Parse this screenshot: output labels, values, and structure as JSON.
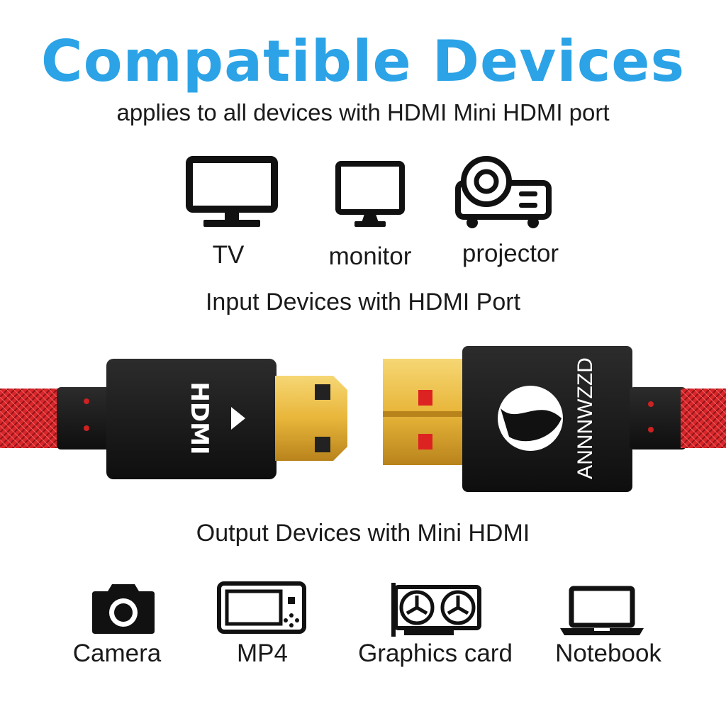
{
  "header": {
    "title": "Compatible Devices",
    "subtitle": "applies to all devices with HDMI Mini HDMI port"
  },
  "input_devices": {
    "items": [
      {
        "label": "TV",
        "icon": "tv-icon"
      },
      {
        "label": "monitor",
        "icon": "monitor-icon"
      },
      {
        "label": "projector",
        "icon": "projector-icon"
      }
    ],
    "caption": "Input Devices with HDMI Port"
  },
  "cable": {
    "left_logo": "HDMI",
    "right_brand": "ANNNWZZD",
    "cable_color": "#d8262a",
    "gold_color": "#e8b63a"
  },
  "output_devices": {
    "caption": "Output Devices with Mini HDMI",
    "items": [
      {
        "label": "Camera",
        "icon": "camera-icon"
      },
      {
        "label": "MP4",
        "icon": "mp4-player-icon"
      },
      {
        "label": "Graphics card",
        "icon": "graphics-card-icon"
      },
      {
        "label": "Notebook",
        "icon": "notebook-icon"
      }
    ]
  },
  "colors": {
    "accent": "#2ba3e6",
    "text": "#1a1a1a"
  }
}
